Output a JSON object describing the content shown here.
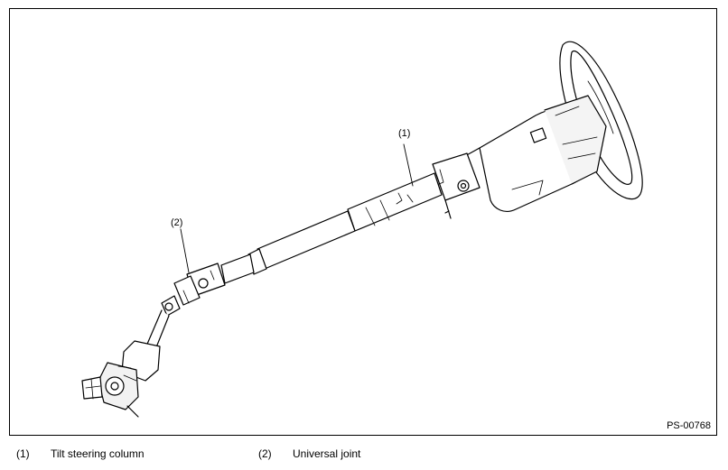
{
  "figure": {
    "id": "PS-00768",
    "callouts": [
      {
        "label": "(1)"
      },
      {
        "label": "(2)"
      }
    ]
  },
  "legend": [
    {
      "number": "(1)",
      "text": "Tilt steering column"
    },
    {
      "number": "(2)",
      "text": "Universal joint"
    }
  ]
}
